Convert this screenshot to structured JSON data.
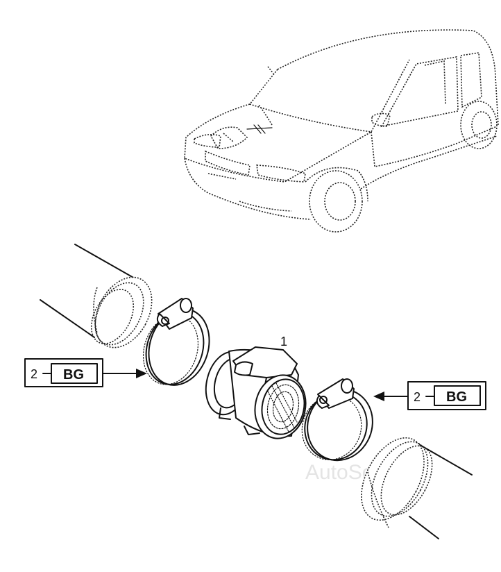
{
  "part_number": "1",
  "callouts": [
    {
      "qty": "2",
      "code": "BG"
    },
    {
      "qty": "2",
      "code": "BG"
    }
  ],
  "watermark": "AutoSoft"
}
